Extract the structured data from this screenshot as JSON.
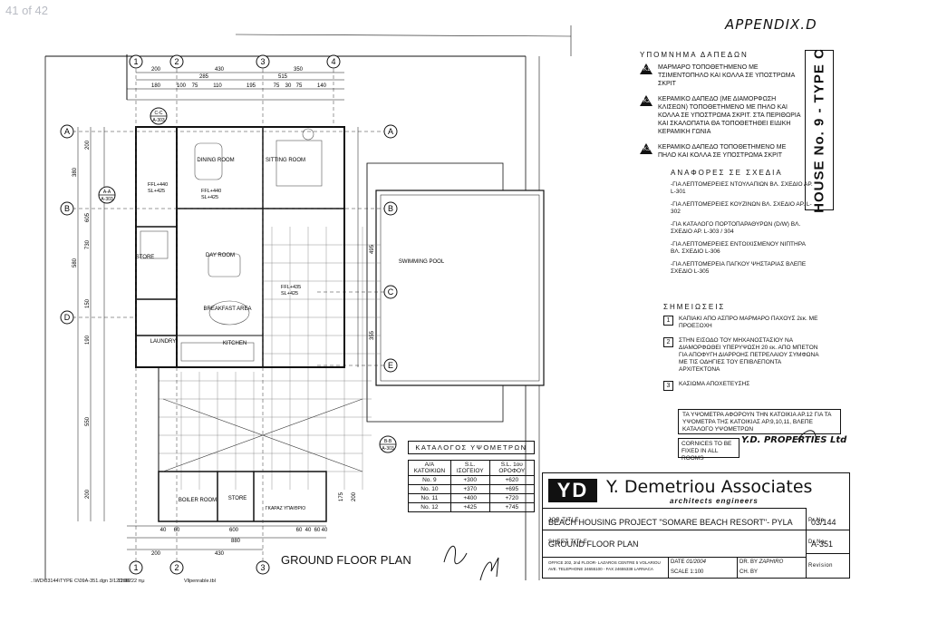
{
  "viewer": {
    "page_counter": "41 of 42"
  },
  "appendix": "APPENDIX.D",
  "house_label": "HOUSE No. 9 - TYPE C",
  "legend": {
    "heading": "ΥΠΟΜΝΗΜΑ ΔΑΠΕΔΩΝ",
    "items": [
      {
        "mark": "K1",
        "text": "ΜΑΡΜΑΡΟ ΤΟΠΟΘΕΤΗΜΕΝΟ ΜΕ ΤΣΙΜΕΝΤΟΠΗΛΟ ΚΑΙ ΚΟΛΛΑ ΣΕ ΥΠΟΣΤΡΩΜΑ ΣΚΡΙΤ"
      },
      {
        "mark": "K2",
        "text": "ΚΕΡΑΜΙΚΟ ΔΑΠΕΔΟ (ΜΕ ΔΙΑΜΟΡΦΩΣΗ ΚΛΙΣΕΩΝ) ΤΟΠΟΘΕΤΗΜΕΝΟ ΜΕ ΠΗΛΟ ΚΑΙ ΚΟΛΛΑ ΣΕ ΥΠΟΣΤΡΩΜΑ ΣΚΡΙΤ. ΣΤΑ ΠΕΡΙΘΩΡΙΑ ΚΑΙ ΣΚΑΛΟΠΑΤΙΑ ΘΑ ΤΟΠΟΘΕΤΗΘΕΙ ΕΙΔΙΚΗ ΚΕΡΑΜΙΚΗ ΓΩΝΙΑ"
      },
      {
        "mark": "K3",
        "text": "ΚΕΡΑΜΙΚΟ ΔΑΠΕΔΟ ΤΟΠΟΘΕΤΗΜΕΝΟ ΜΕ ΠΗΛΟ ΚΑΙ ΚΟΛΛΑ ΣΕ ΥΠΟΣΤΡΩΜΑ ΣΚΡΙΤ"
      }
    ]
  },
  "references": {
    "heading": "ΑΝΑΦΟΡΕΣ ΣΕ ΣΧΕΔΙΑ",
    "items": [
      "-ΓΙΑ ΛΕΠΤΟΜΕΡΕΙΕΣ ΝΤΟΥΛΑΠΙΩΝ ΒΛ. ΣΧΕΔΙΟ ΑΡ. L-301",
      "-ΓΙΑ ΛΕΠΤΟΜΕΡΕΙΕΣ ΚΟΥΖΙΝΩΝ ΒΛ. ΣΧΕΔΙΟ ΑΡ. L-302",
      "-ΓΙΑ ΚΑΤΑΛΟΓΟ ΠΟΡΤΟΠΑΡΑΘΥΡΩΝ (D/W) ΒΛ. ΣΧΕΔΙΟ ΑΡ. L-303 / 304",
      "-ΓΙΑ ΛΕΠΤΟΜΕΡΕΙΕΣ ΕΝΤΟΙΧΙΣΜΕΝΟΥ ΝΙΠΤΗΡΑ ΒΛ. ΣΧΕΔΙΟ L-306",
      "-ΓΙΑ ΛΕΠΤΟΜΕΡΕΙΑ ΠΑΓΚΟΥ ΨΗΣΤΑΡΙΑΣ ΒΛΕΠΕ ΣΧΕΔΙΟ L-305"
    ]
  },
  "remarks": {
    "heading": "ΣΗΜΕΙΩΣΕΙΣ",
    "items": [
      {
        "num": "1",
        "text": "ΚΑΠΙΑΚΙ ΑΠΟ ΑΣΠΡΟ ΜΑΡΜΑΡΟ ΠΑΧΟΥΣ 2εκ. ΜΕ ΠΡΟΕΞΟΧΗ"
      },
      {
        "num": "2",
        "text": "ΣΤΗΝ ΕΙΣΟΔΟ ΤΟΥ ΜΗΧΑΝΟΣΤΑΣΙΟΥ ΝΑ ΔΙΑΜΟΡΦΩΘΕΙ ΥΠΕΡΥΨΩΣΗ 20 εκ. ΑΠΟ ΜΠΕΤΟΝ ΓΙΑ ΑΠΟΦΥΓΗ ΔΙΑΡΡΟΗΣ ΠΕΤΡΕΛΑΙΟΥ ΣΥΜΦΩΝΑ ΜΕ ΤΙΣ ΟΔΗΓΙΕΣ ΤΟΥ ΕΠΙΒΛΕΠΟΝΤΑ ΑΡΧΙΤΕΚΤΟΝΑ"
      },
      {
        "num": "3",
        "text": "ΚΑΣΙΩΜΑ ΑΠΟΧΕΤΕΥΣΗΣ"
      }
    ]
  },
  "note_box1": "ΤΑ ΥΨΟΜΕΤΡΑ ΑΦΟΡΟΥΝ ΤΗΝ ΚΑΤΟΙΚΙΑ ΑΡ.12 ΓΙΑ ΤΑ ΥΨΟΜΕΤΡΑ ΤΗΣ ΚΑΤΟΙΚΙΑΣ ΑΡ.9,10,11, ΒΛΕΠΕ ΚΑΤΑΛΟΓΟ ΥΨΟΜΕΤΡΩΝ",
  "note_box2": "CORNICES TO BE FIXED IN ALL ROOMS",
  "company_signature": "Y.D. PROPERTIES Ltd",
  "schedule": {
    "title": "ΚΑΤΑΛΟΓΟΣ ΥΨΟΜΕΤΡΩΝ",
    "headers": [
      "Α/Α ΚΑΤΟΙΚΙΩΝ",
      "S.L. ΙΣΟΓΕΙΟΥ",
      "S.L. 1ου ΟΡΟΦΟΥ"
    ],
    "rows": [
      [
        "No. 9",
        "+300",
        "+620"
      ],
      [
        "No. 10",
        "+370",
        "+695"
      ],
      [
        "No. 11",
        "+400",
        "+720"
      ],
      [
        "No. 12",
        "+425",
        "+745"
      ]
    ]
  },
  "titleblock": {
    "logo": "YD",
    "firm": "Y. Demetriou  Associates",
    "subtitle": "architects engineers",
    "job_label": "JOB TITLE",
    "job_title": "BEACH HOUSING PROJECT \"SOMARE BEACH RESORT\"- PYLA",
    "sheet_label": "SHEET TITLE",
    "sheet_title": "GROUND FLOOR PLAN",
    "address": "OFFICE 202, 2nd FLOOR- LAZAROS CENTRE 5 VOLARIOU AVE. TELEPHONE 24655100 - FAX 24655338   LARNACA",
    "date_label": "DATE",
    "date": "01/2004",
    "scale_label": "SCALE",
    "scale": "1:100",
    "drawn_label": "DR. BY",
    "drawn_by": "ZAPHIRO",
    "checked_label": "CH. BY",
    "pr_label": "Pr.No.",
    "pr_no": "03/144",
    "dr_label": "Dr.No.",
    "dr_no": "A-351",
    "rev_label": "Revision"
  },
  "plan": {
    "title": "GROUND FLOOR PLAN",
    "rooms": [
      "DINING ROOM",
      "SITTING ROOM",
      "DAY ROOM",
      "BREAKFAST AREA",
      "KITCHEN",
      "LAUNDRY",
      "STORE",
      "BOILER ROOM",
      "STORE",
      "SWIMMING POOL"
    ],
    "levels": [
      "FFL+440",
      "SL+425",
      "FFL+440",
      "SL+425",
      "FFL+435",
      "SL+425"
    ],
    "grid_top": [
      "1",
      "2",
      "3",
      "4"
    ],
    "grid_side": [
      "A",
      "B",
      "C",
      "D",
      "E"
    ],
    "dims_top1": [
      "200",
      "430",
      "350"
    ],
    "dims_top2": [
      "285",
      "515"
    ],
    "dims_top3": [
      "180",
      "100",
      "75",
      "110",
      "195",
      "75",
      "30",
      "75",
      "140"
    ],
    "dims_bottom1": [
      "40",
      "60",
      "600",
      "60",
      "40",
      "60",
      "40"
    ],
    "dims_bottom2": [
      "880"
    ],
    "dims_bottom3": [
      "200",
      "430"
    ],
    "dims_side": [
      "380",
      "200",
      "605",
      "730",
      "580",
      "150",
      "190",
      "550",
      "200",
      "175",
      "200"
    ],
    "section_marks": [
      "A-A",
      "A-303",
      "B-B",
      "A-303",
      "C-C",
      "A-303"
    ],
    "pool_dims": [
      "495",
      "355"
    ],
    "greek_note": "ΓΚΑΡΑΖ ΥΠΑΙΘΡΙΟ"
  },
  "footer": {
    "file": "..\\WD\\03144\\TYPE C\\09A-351.dgn   3/12/2007",
    "time": "11:06:22 πμ",
    "ref": "Vllpenrable.tbl"
  }
}
